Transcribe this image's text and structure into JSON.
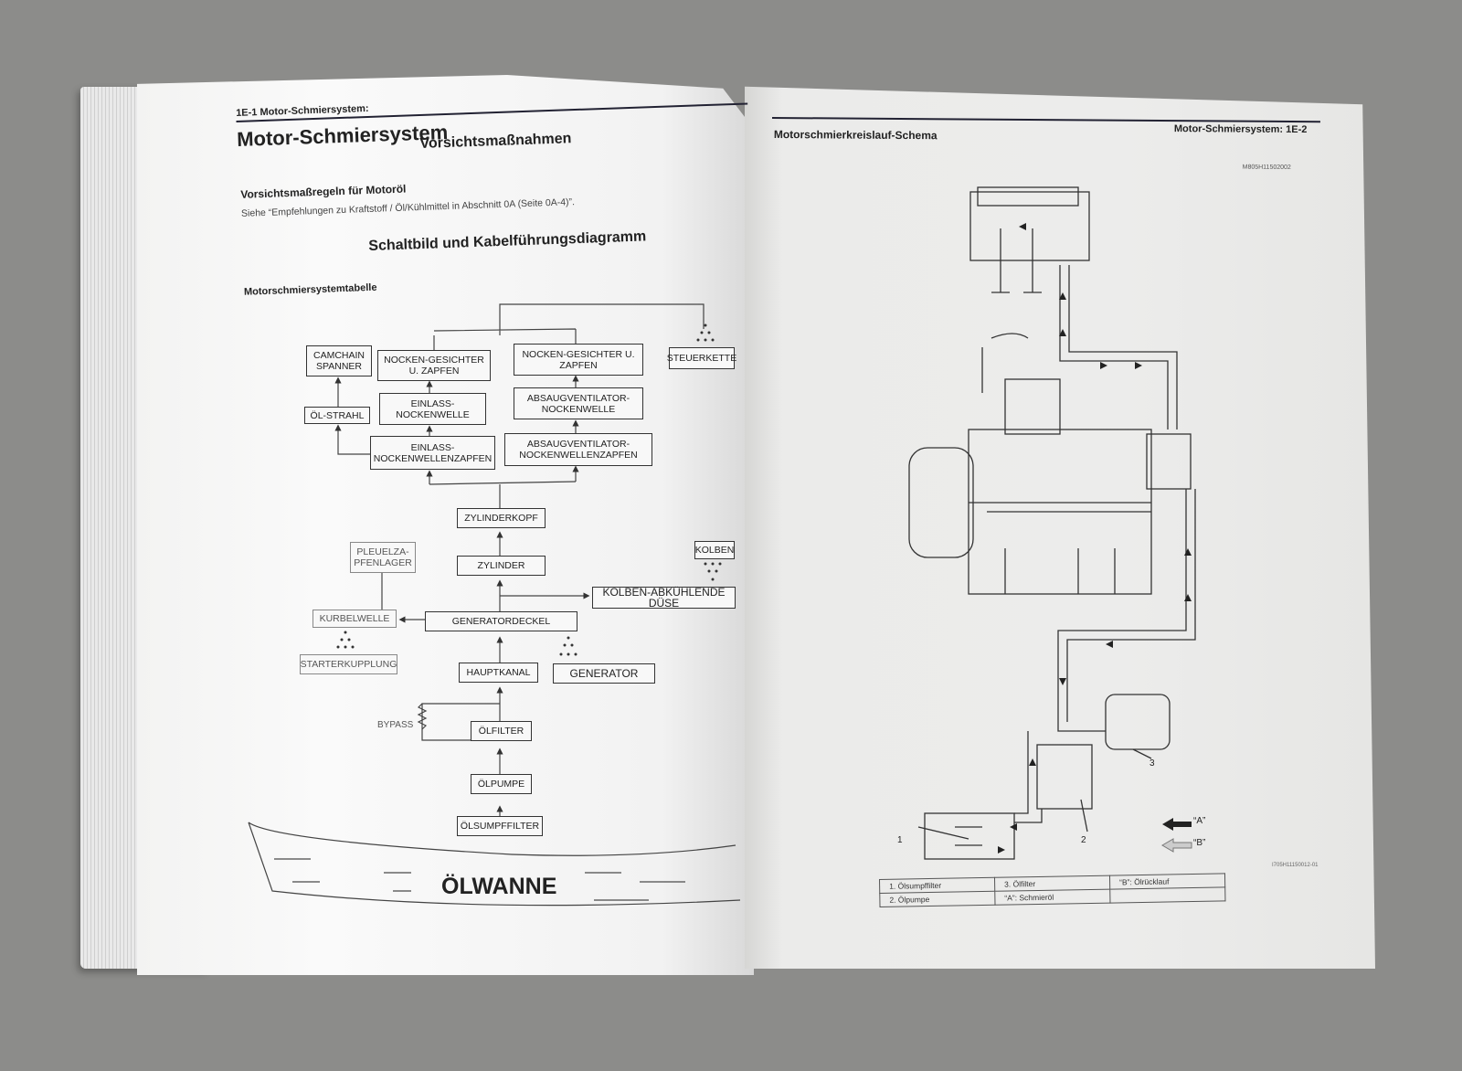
{
  "left_page": {
    "header": "1E-1  Motor-Schmiersystem:",
    "title": "Motor-Schmiersystem",
    "section1": "Vorsichtsmaßnahmen",
    "subheading1": "Vorsichtsmaßregeln für Motoröl",
    "body1": "Siehe “Empfehlungen zu Kraftstoff / Öl/Kühlmittel in Abschnitt 0A (Seite 0A-4)”.",
    "section2": "Schaltbild und Kabelführungsdiagramm",
    "subheading2": "Motorschmiersystemtabelle",
    "flow": {
      "camchain": "CAMCHAIN SPANNER",
      "nocken_left": "NOCKEN-GESICHTER U. ZAPFEN",
      "nocken_right": "NOCKEN-GESICHTER U. ZAPFEN",
      "steuerkette": "STEUERKETTE",
      "oelstrahl": "ÖL-STRAHL",
      "einlass_nw": "EINLASS- NOCKENWELLE",
      "absaug_nw": "ABSAUGVENTILATOR- NOCKENWELLE",
      "einlass_zapfen": "EINLASS- NOCKENWELLENZAPFEN",
      "absaug_zapfen": "ABSAUGVENTILATOR- NOCKENWELLENZAPFEN",
      "zylinderkopf": "ZYLINDERKOPF",
      "pleuel": "PLEUELZA- PFENLAGER",
      "zylinder": "ZYLINDER",
      "kolben": "KOLBEN",
      "kolben_duese": "KOLBEN-ABKÜHLENDE DÜSE",
      "kurbelwelle": "KURBELWELLE",
      "generatordeckel": "GENERATORDECKEL",
      "starter": "STARTERKUPPLUNG",
      "hauptkanal": "HAUPTKANAL",
      "generator": "GENERATOR",
      "bypass": "BYPASS",
      "oelfilter": "ÖLFILTER",
      "oelpumpe": "ÖLPUMPE",
      "oelsumpffilter": "ÖLSUMPFFILTER",
      "oelwanne": "ÖLWANNE"
    }
  },
  "right_page": {
    "header": "Motor-Schmiersystem:   1E-2",
    "title": "Motorschmierkreislauf-Schema",
    "code": "M805H11502002",
    "figure_code": "I705H11150012-01",
    "callouts": [
      "1",
      "2",
      "3"
    ],
    "arrow_a": "“A”",
    "arrow_b": "“B”",
    "legend": [
      [
        "1.  Ölsumpffilter",
        "3.  Ölfilter",
        "“B”:  Ölrücklauf"
      ],
      [
        "2.  Ölpumpe",
        "“A”:  Schmieröl",
        ""
      ]
    ]
  }
}
